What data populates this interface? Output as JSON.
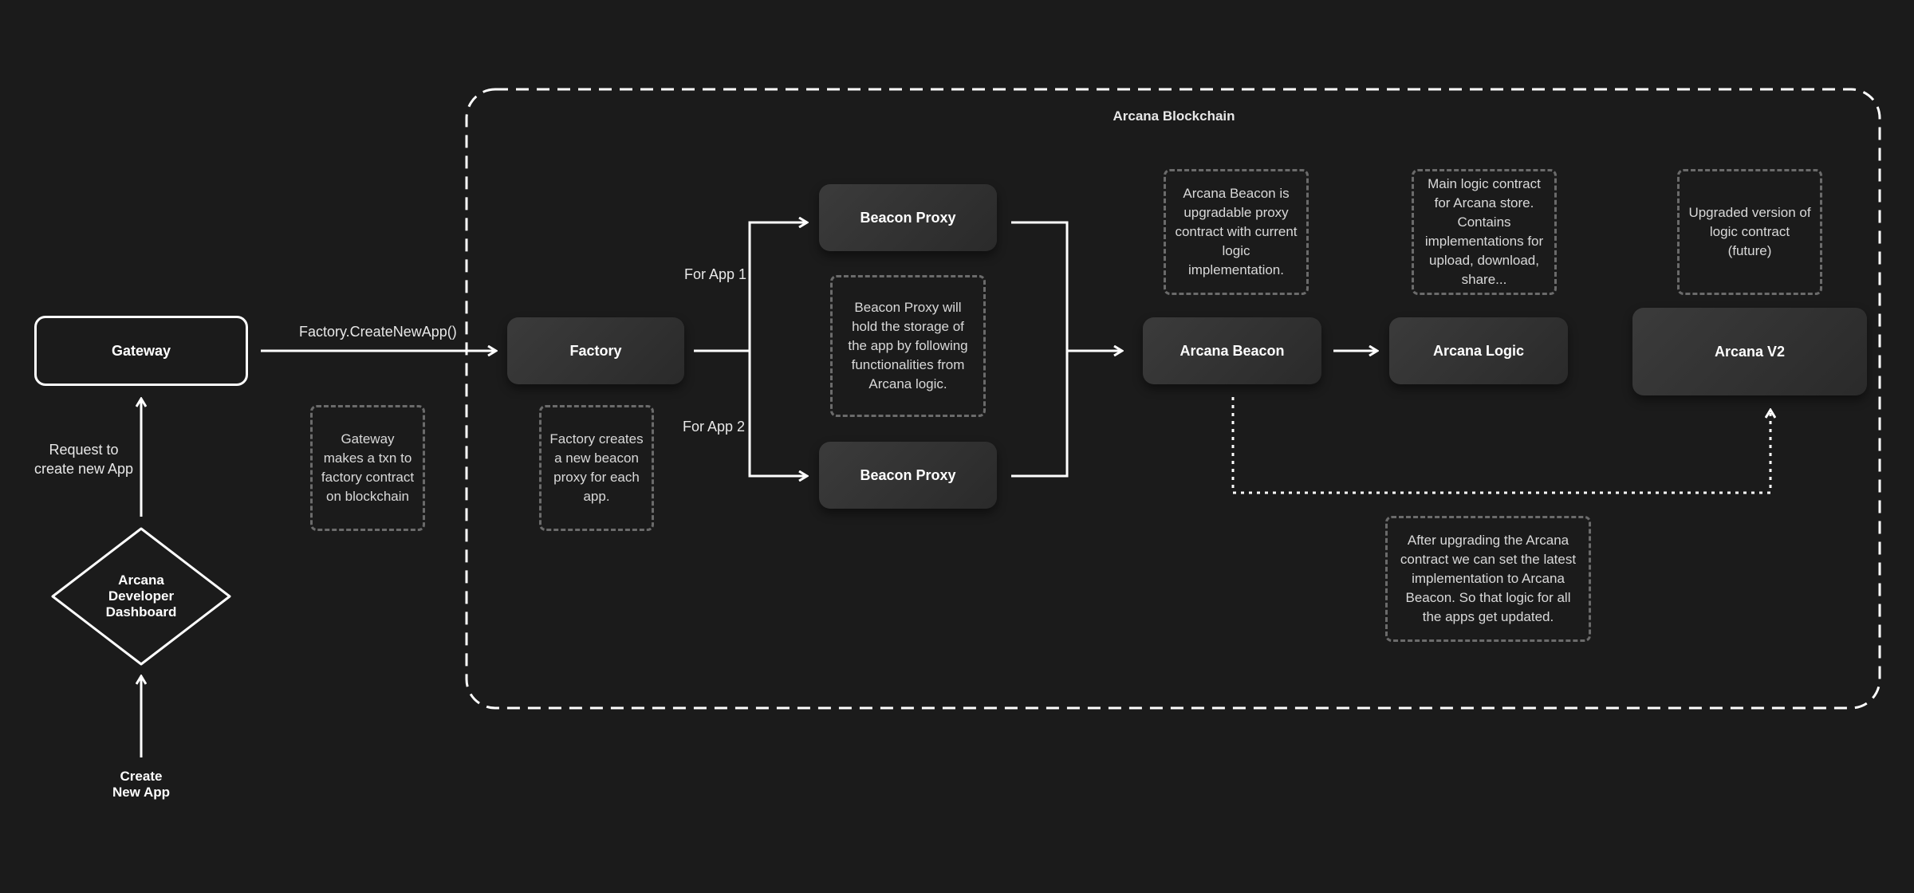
{
  "diagram": {
    "title": "Arcana Blockchain",
    "nodes": {
      "gateway": "Gateway",
      "factory": "Factory",
      "beacon_proxy_1": "Beacon Proxy",
      "beacon_proxy_2": "Beacon Proxy",
      "arcana_beacon": "Arcana Beacon",
      "arcana_logic": "Arcana Logic",
      "arcana_v2": "Arcana V2",
      "dashboard_line1": "Arcana",
      "dashboard_line2": "Developer",
      "dashboard_line3": "Dashboard"
    },
    "edge_labels": {
      "create_new_app_call": "Factory.CreateNewApp()",
      "for_app_1": "For App 1",
      "for_app_2": "For App 2",
      "request_line1": "Request to",
      "request_line2": "create new App",
      "create_line1": "Create",
      "create_line2": "New App"
    },
    "notes": {
      "gateway": "Gateway makes a txn to factory contract on blockchain",
      "factory": "Factory creates a new beacon proxy for each app.",
      "beacon_proxy": "Beacon Proxy will hold the storage of the app by following functionalities from Arcana logic.",
      "arcana_beacon": "Arcana Beacon is upgradable proxy contract with current logic implementation.",
      "arcana_logic": "Main logic contract for Arcana store. Contains implementations for upload, download, share...",
      "arcana_v2": "Upgraded version of logic contract (future)",
      "upgrade": "After upgrading the Arcana contract we can set the latest implementation to Arcana Beacon. So that logic for all the apps get updated."
    }
  }
}
